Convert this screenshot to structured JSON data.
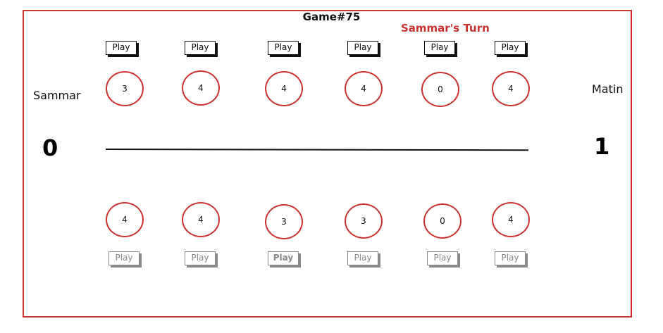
{
  "game": {
    "title": "Game#75",
    "turn": "Sammar's Turn"
  },
  "players": {
    "left": {
      "name": "Sammar",
      "score": "0"
    },
    "right": {
      "name": "Matin",
      "score": "1"
    }
  },
  "top_row": {
    "buttons": [
      {
        "label": "Play",
        "enabled": true
      },
      {
        "label": "Play",
        "enabled": true
      },
      {
        "label": "Play",
        "enabled": true
      },
      {
        "label": "Play",
        "enabled": true
      },
      {
        "label": "Play",
        "enabled": true
      },
      {
        "label": "Play",
        "enabled": true
      }
    ],
    "pits": [
      "3",
      "4",
      "4",
      "4",
      "0",
      "4"
    ]
  },
  "bottom_row": {
    "buttons": [
      {
        "label": "Play",
        "enabled": false
      },
      {
        "label": "Play",
        "enabled": false
      },
      {
        "label": "Play",
        "enabled": false
      },
      {
        "label": "Play",
        "enabled": false
      },
      {
        "label": "Play",
        "enabled": false
      },
      {
        "label": "Play",
        "enabled": false
      }
    ],
    "pits": [
      "4",
      "4",
      "3",
      "3",
      "0",
      "4"
    ]
  },
  "colors": {
    "accent": "#cc3333",
    "disabled": "#8a8a8a"
  }
}
